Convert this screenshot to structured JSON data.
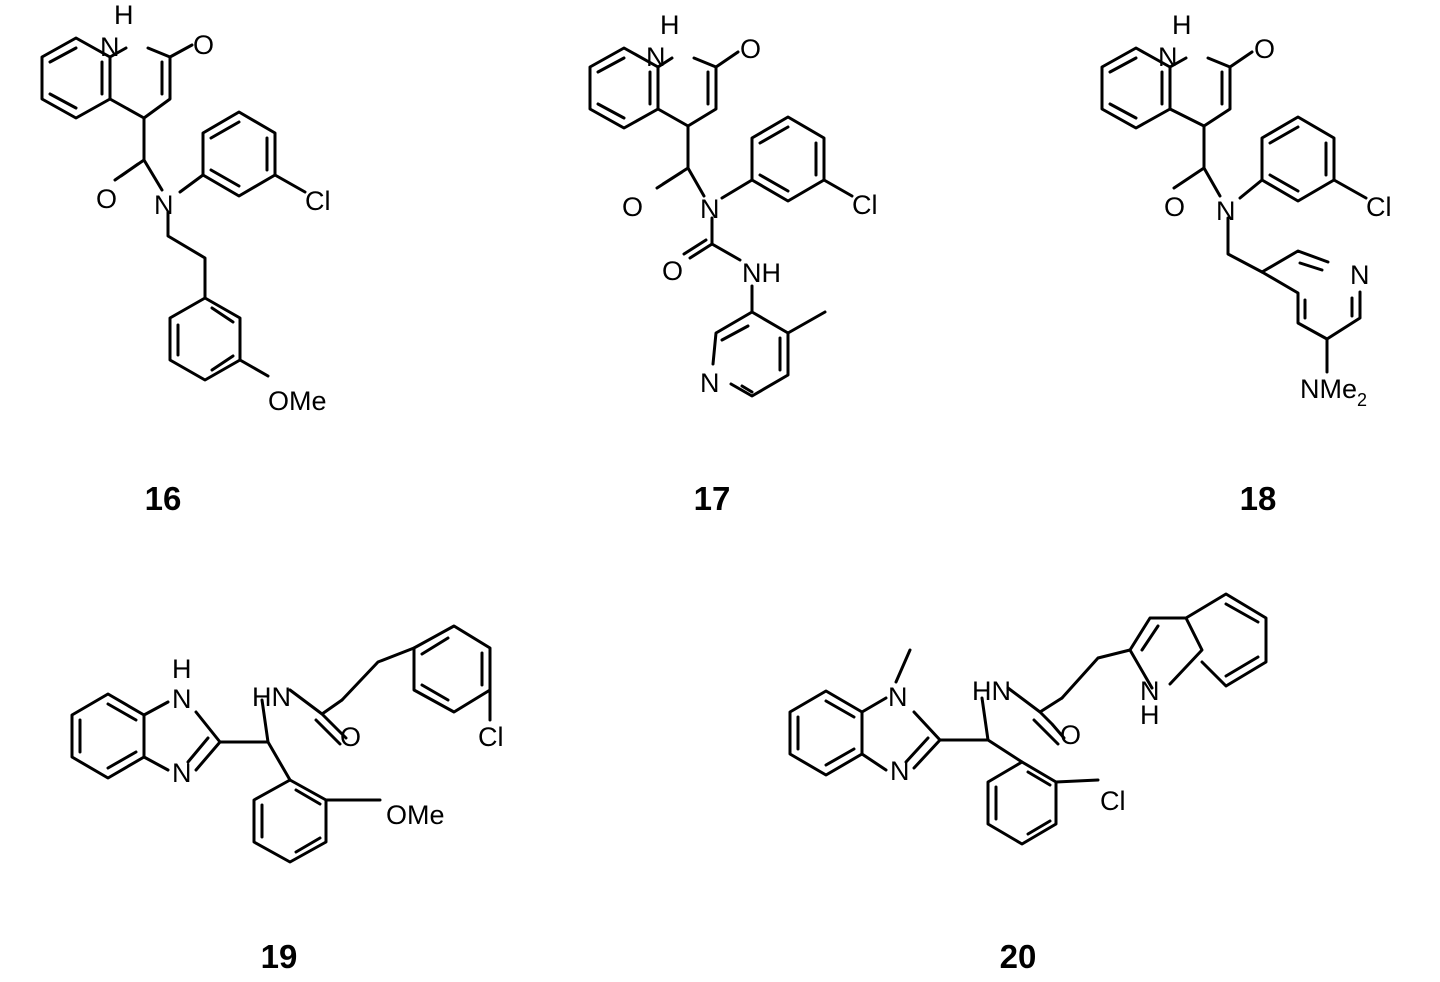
{
  "compounds": [
    {
      "id": "16",
      "labels": {
        "nh": "H",
        "n1": "N",
        "o1": "O",
        "o2": "O",
        "n2": "N",
        "cl": "Cl",
        "ome": "OMe"
      }
    },
    {
      "id": "17",
      "labels": {
        "nh": "H",
        "n1": "N",
        "o1": "O",
        "o2": "O",
        "n2": "N",
        "cl": "Cl",
        "o3": "O",
        "nh2": "NH",
        "npy": "N"
      }
    },
    {
      "id": "18",
      "labels": {
        "nh": "H",
        "n1": "N",
        "o1": "O",
        "o2": "O",
        "n2": "N",
        "cl": "Cl",
        "npy": "N",
        "nme": "NMe",
        "nme_sub": "2"
      }
    },
    {
      "id": "19",
      "labels": {
        "h": "H",
        "n1": "N",
        "n2": "N",
        "hn": "HN",
        "o": "O",
        "cl": "Cl",
        "ome": "OMe"
      }
    },
    {
      "id": "20",
      "labels": {
        "n1": "N",
        "n2": "N",
        "hn": "HN",
        "o": "O",
        "nh": "N",
        "h": "H",
        "cl": "Cl"
      }
    }
  ]
}
